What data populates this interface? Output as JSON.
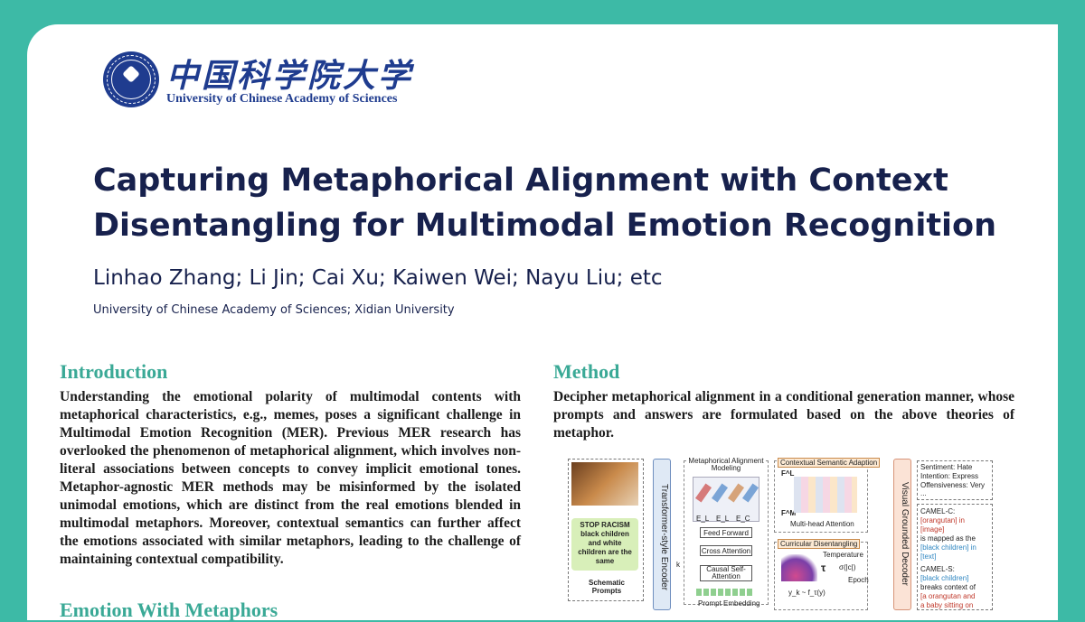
{
  "institution": {
    "name_cn": "中国科学院大学",
    "name_en": "University of Chinese Academy of Sciences"
  },
  "title": "Capturing Metaphorical Alignment with Context Disentangling for Multimodal Emotion Recognition",
  "authors": "Linhao Zhang; Li Jin; Cai Xu; Kaiwen Wei; Nayu Liu; etc",
  "affiliations": "University of Chinese Academy of Sciences; Xidian University",
  "introduction": {
    "heading": "Introduction",
    "text": "Understanding the emotional polarity of multimodal contents with metaphorical characteristics, e.g., memes, poses a significant challenge in Multimodal Emotion Recognition (MER). Previous MER research has overlooked the phenomenon of metaphorical alignment, which involves non-literal associations between concepts to convey implicit emotional tones. Metaphor-agnostic MER methods may be misinformed by the isolated unimodal emotions, which are distinct from the real emotions blended in multimodal metaphors. Moreover, contextual semantics can further affect the emotions associated with similar metaphors, leading to the challenge of maintaining contextual compatibility."
  },
  "next_section": {
    "heading": "Emotion With Metaphors"
  },
  "method": {
    "heading": "Method",
    "text": "Decipher metaphorical alignment in a conditional generation manner, whose prompts and answers are formulated based on the above theories of metaphor."
  },
  "figure": {
    "meme_text": "STOP RACISM black children and white children are the same",
    "schematic_prompts": "Schematic Prompts",
    "encoder": "Transformer-style Encoder",
    "metaphor_module": "Metaphorical Alignment Modeling",
    "e_labels": [
      "E_L",
      "E_L",
      "E_C"
    ],
    "feed_forward": "Feed Forward",
    "cross_attention": "Cross Attention",
    "causal_self_attention": "Causal Self-Attention",
    "prompt_embedding": "Prompt Embedding",
    "context_module": "Contextual Semantic Adaption",
    "f_l": "F^L",
    "f_m": "F^M",
    "multihead": "Multi-head Attention",
    "curricular": "Curricular Disentangling",
    "temperature": "Temperature",
    "tau": "τ",
    "sigma": "σ(|c|)",
    "epoch": "Epoch",
    "yk": "y_k ~ f_τ(y)",
    "decoder": "Visual Grounded Decoder",
    "out_list": [
      "Sentiment: Hate",
      "Intention: Express",
      "Offensiveness: Very",
      "..."
    ],
    "camel_c": {
      "head": "CAMEL-C:",
      "parts": [
        "[orangutan] in",
        "[image]",
        "is mapped as the",
        "[black children] in",
        "[text]"
      ]
    },
    "camel_s": {
      "head": "CAMEL-S:",
      "parts": [
        "[black children]",
        "breaks context of",
        "[a orangutan and",
        "a baby sitting on"
      ]
    },
    "k_label": "k"
  },
  "colors": {
    "background": "#3dbaa6",
    "title": "#17214d",
    "heading": "#3aa996",
    "logo": "#1f3c8f"
  }
}
